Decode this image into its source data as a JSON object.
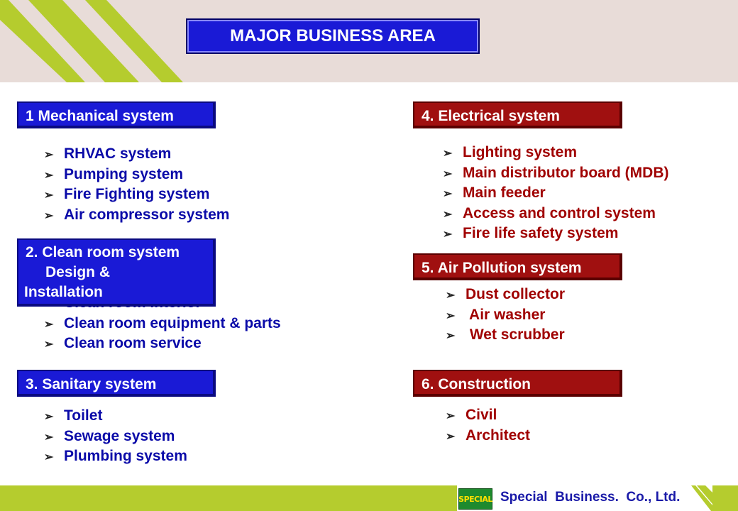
{
  "title": "MAJOR BUSINESS AREA",
  "sections": {
    "mechanical": {
      "label": "1 Mechanical system",
      "items": [
        "RHVAC  system",
        "Pumping system",
        "Fire Fighting system",
        "Air compressor system"
      ]
    },
    "clean_room": {
      "label_line1": "2. Clean room system",
      "label_line2": "Design &",
      "label_line3": "Installation",
      "items": [
        "Clean room interior",
        "Clean room equipment & parts",
        "Clean room service"
      ]
    },
    "sanitary": {
      "label": "3. Sanitary system",
      "items": [
        "Toilet",
        "Sewage system",
        "Plumbing system"
      ]
    },
    "electrical": {
      "label": "4. Electrical system",
      "items": [
        "Lighting system",
        "Main distributor board (MDB)",
        "Main feeder",
        "Access and control system",
        "Fire life safety system"
      ]
    },
    "air_pollution": {
      "label": "5. Air Pollution system",
      "items": [
        "Dust collector",
        " Air washer",
        " Wet scrubber"
      ]
    },
    "construction": {
      "label": "6. Construction",
      "items": [
        "Civil",
        "Architect"
      ]
    }
  },
  "bullet_glyph": "➢",
  "footer": {
    "logo_text": "SPECIAL",
    "company": "Special  Business.  Co., Ltd."
  },
  "colors": {
    "blue_header": "#1a1ad6",
    "red_header": "#a01010",
    "blue_text": "#0a0aa8",
    "red_text": "#a00000",
    "accent_green": "#b5cc2e",
    "top_band": "#e8dcd8"
  }
}
